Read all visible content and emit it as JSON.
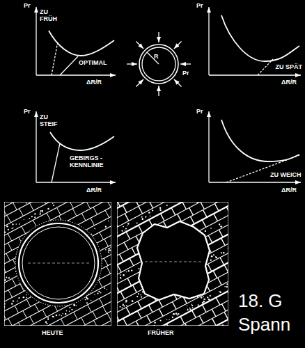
{
  "diagram": {
    "labels": [
      "Pr",
      "ZU FRÜH",
      "OPTIMAL",
      "ΔR/R",
      "Pr",
      "ZU SPÄT",
      "ΔR/R",
      "R",
      "Pr",
      "Pr",
      "ZU STEIF",
      "GEBIRGS - KENNLINIE",
      "ΔR/R",
      "Pr",
      "ZU WEICH",
      "ΔR/R",
      "HEUTE",
      "FRÜHER",
      "18. G",
      "Spann"
    ]
  }
}
